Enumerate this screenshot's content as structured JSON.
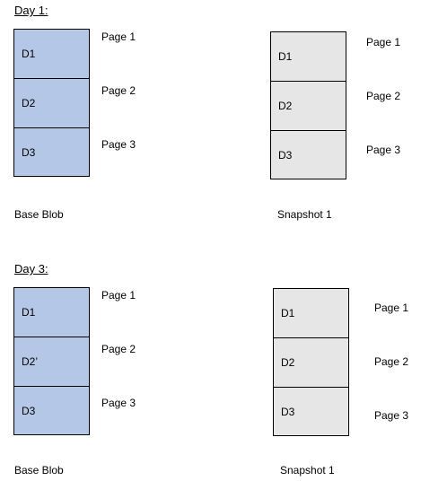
{
  "colors": {
    "base_fill": "#b4c7e7",
    "snapshot_fill": "#e6e6e6",
    "border": "#000000"
  },
  "day1": {
    "label": "Day 1:",
    "base": {
      "cells": [
        "D1",
        "D2",
        "D3"
      ],
      "pages": [
        "Page 1",
        "Page 2",
        "Page 3"
      ],
      "caption": "Base Blob"
    },
    "snapshot": {
      "cells": [
        "D1",
        "D2",
        "D3"
      ],
      "pages": [
        "Page 1",
        "Page 2",
        "Page 3"
      ],
      "caption": "Snapshot 1"
    }
  },
  "day3": {
    "label": "Day 3:",
    "base": {
      "cells": [
        "D1",
        "D2’",
        "D3"
      ],
      "pages": [
        "Page 1",
        "Page 2",
        "Page 3"
      ],
      "caption": "Base Blob"
    },
    "snapshot": {
      "cells": [
        "D1",
        "D2",
        "D3"
      ],
      "pages": [
        "Page 1",
        "Page 2",
        "Page 3"
      ],
      "caption": "Snapshot 1"
    }
  }
}
